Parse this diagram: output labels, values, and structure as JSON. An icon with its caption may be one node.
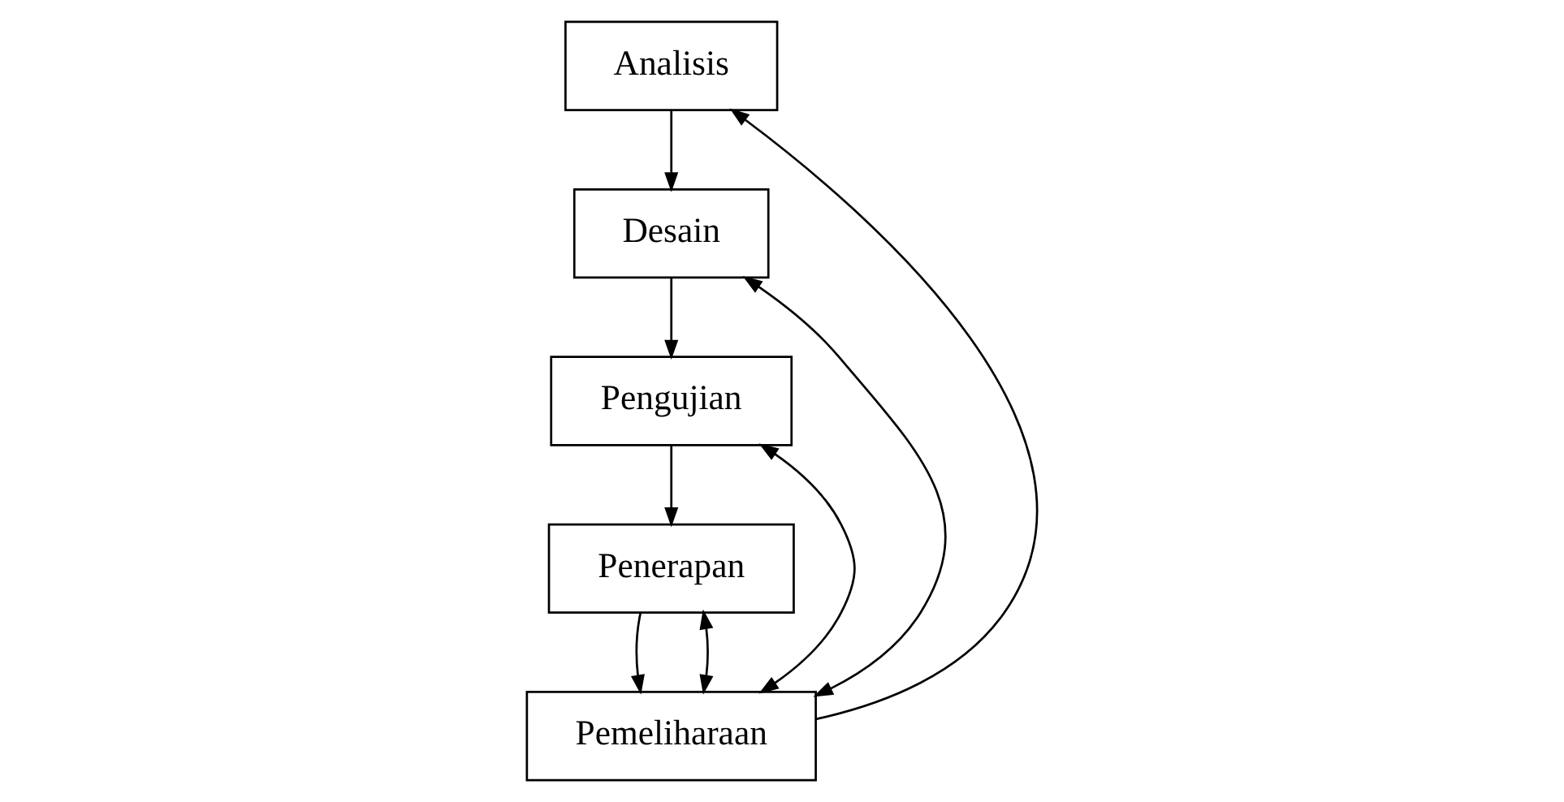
{
  "diagram": {
    "nodes": [
      {
        "text": [
          "Analisis"
        ]
      },
      {
        "text": [
          "Desain"
        ]
      },
      {
        "text": [
          "Pengujian"
        ]
      },
      {
        "text": [
          "Penerapan"
        ]
      },
      {
        "text": [
          "Pemeliharaan"
        ]
      }
    ],
    "edges": [
      {
        "from": 0,
        "to": 1,
        "arrow": "to"
      },
      {
        "from": 1,
        "to": 2,
        "arrow": "to"
      },
      {
        "from": 2,
        "to": 3,
        "arrow": "to"
      },
      {
        "from": 3,
        "to": 4,
        "arrow": "to"
      },
      {
        "from": 4,
        "to": 0,
        "arrow": "to"
      },
      {
        "from": 4,
        "to": 1,
        "arrow": "both"
      },
      {
        "from": 4,
        "to": 2,
        "arrow": "both"
      },
      {
        "from": 4,
        "to": 3,
        "arrow": "both"
      }
    ]
  }
}
